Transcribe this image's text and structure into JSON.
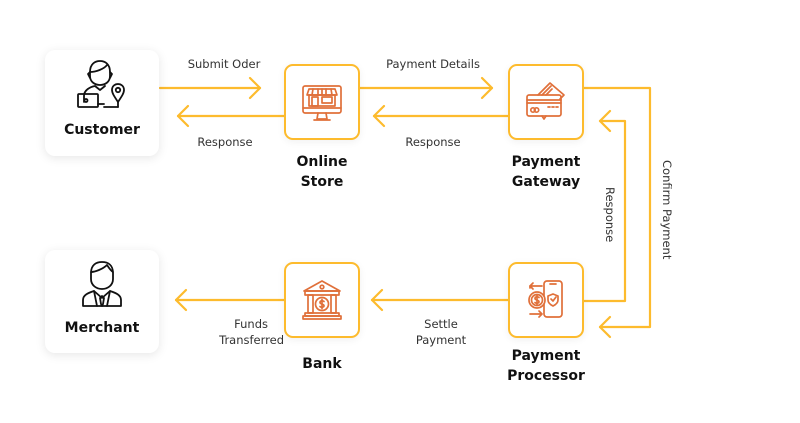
{
  "colors": {
    "accent": "#FDBB2D",
    "icon": "#E0703A",
    "text": "#222222"
  },
  "nodes": {
    "customer": {
      "label": "Customer",
      "icon": "customer-laptop-icon"
    },
    "merchant": {
      "label": "Merchant",
      "icon": "merchant-icon"
    },
    "online_store": {
      "label_line1": "Online",
      "label_line2": "Store",
      "icon": "online-store-icon"
    },
    "payment_gateway": {
      "label_line1": "Payment",
      "label_line2": "Gateway",
      "icon": "credit-card-icon"
    },
    "payment_processor": {
      "label_line1": "Payment",
      "label_line2": "Processor",
      "icon": "payment-processor-icon"
    },
    "bank": {
      "label": "Bank",
      "icon": "bank-icon"
    }
  },
  "flows": {
    "submit_order": "Submit Oder",
    "response_customer": "Response",
    "payment_details": "Payment Details",
    "response_store": "Response",
    "confirm_payment": "Confirm Payment",
    "response_gateway": "Response",
    "settle_payment_line1": "Settle",
    "settle_payment_line2": "Payment",
    "funds_transferred_line1": "Funds",
    "funds_transferred_line2": "Transferred"
  }
}
